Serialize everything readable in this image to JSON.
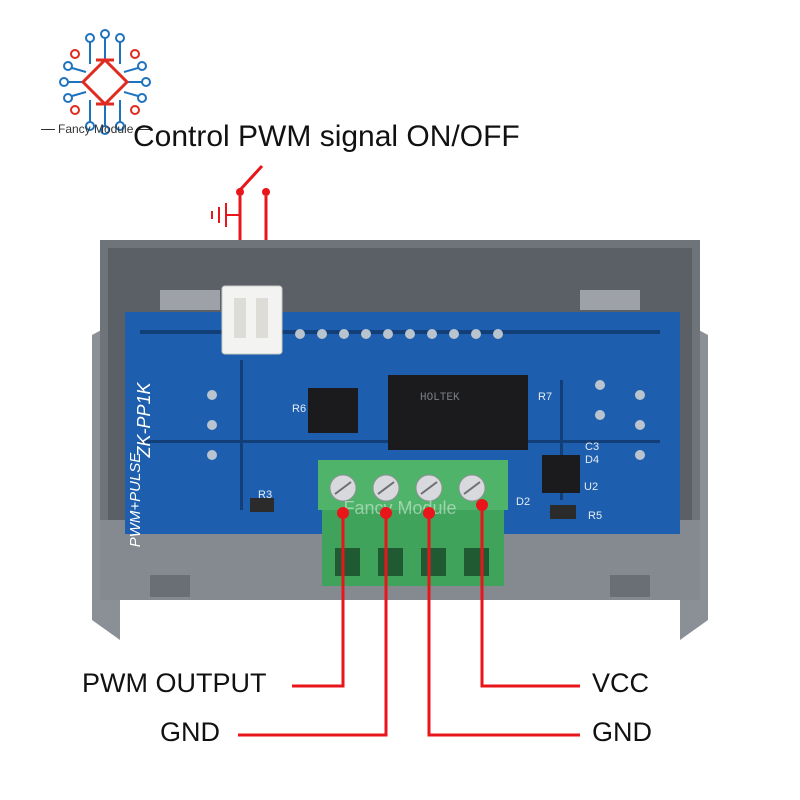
{
  "brand": {
    "name": "Fancy Module"
  },
  "title": "Control PWM signal ON/OFF",
  "board": {
    "model": "ZK-PP1K",
    "side_text": "PWM+PULSE",
    "chip_text": "HOLTEK",
    "components": [
      "R6",
      "R7",
      "R3",
      "R5",
      "C3",
      "D4",
      "D2",
      "U2"
    ],
    "watermark": "Fancy Module"
  },
  "labels": {
    "pwm_output": "PWM OUTPUT",
    "gnd_left": "GND",
    "vcc": "VCC",
    "gnd_right": "GND"
  },
  "colors": {
    "wire": "#e8161b",
    "pcb": "#1d5fae",
    "case": "#7c8088",
    "terminal": "#3fa35c",
    "logo_red": "#e02b20",
    "logo_blue": "#1e73be"
  },
  "icons": {
    "logo": "fancy-module-logo-icon",
    "switch": "switch-icon",
    "ground": "ground-icon"
  }
}
